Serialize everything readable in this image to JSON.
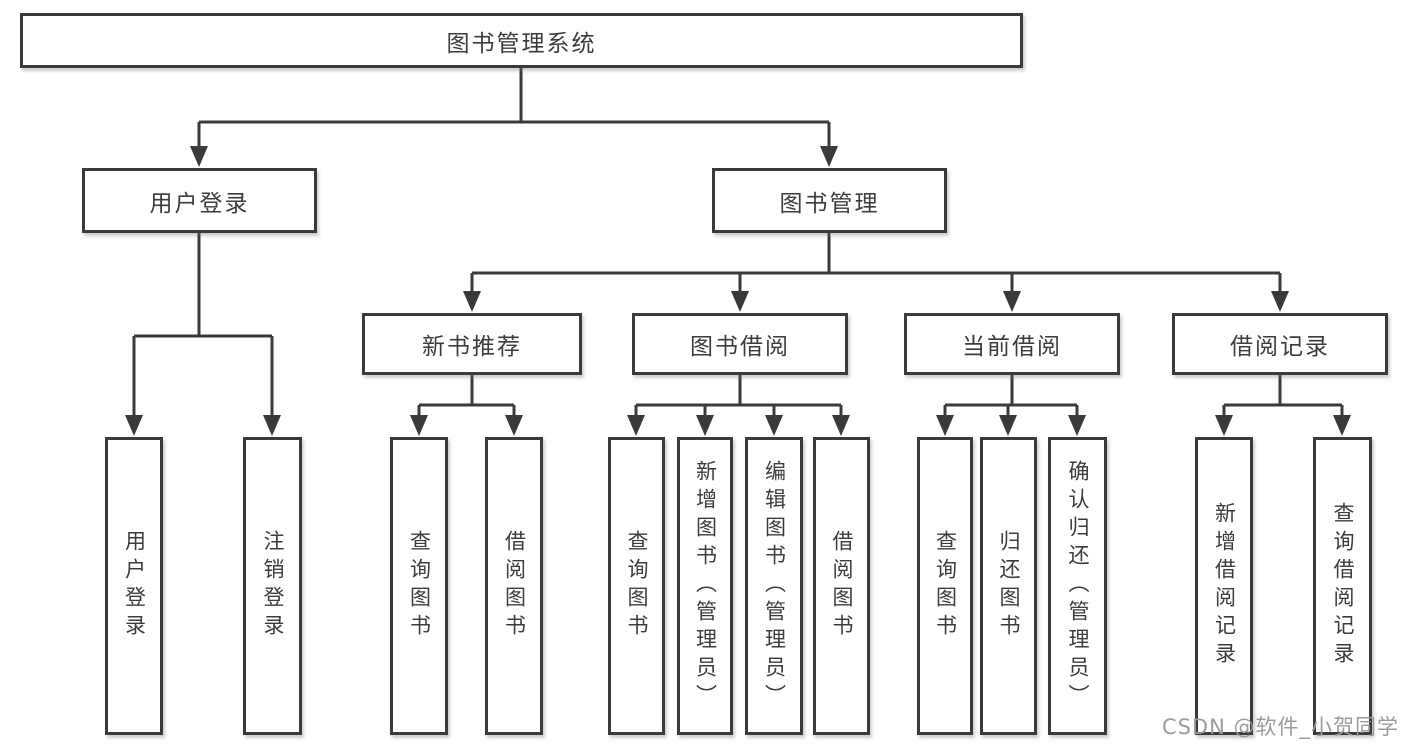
{
  "tree": {
    "root": "图书管理系统",
    "level2": [
      "用户登录",
      "图书管理"
    ],
    "level3": [
      "新书推荐",
      "图书借阅",
      "当前借阅",
      "借阅记录"
    ],
    "leaves_login": [
      "用户登录",
      "注销登录"
    ],
    "leaves_newbooks": [
      "查询图书",
      "借阅图书"
    ],
    "leaves_borrow": [
      "查询图书",
      "新增图书（管理员）",
      "编辑图书（管理员）",
      "借阅图书"
    ],
    "leaves_current": [
      "查询图书",
      "归还图书",
      "确认归还（管理员）"
    ],
    "leaves_records": [
      "新增借阅记录",
      "查询借阅记录"
    ]
  },
  "watermark": "CSDN @软件_小贺同学",
  "colors": {
    "line": "#3a3a3a",
    "text": "#3c3c3c",
    "watermark": "#9b9b9b",
    "background": "#ffffff"
  }
}
